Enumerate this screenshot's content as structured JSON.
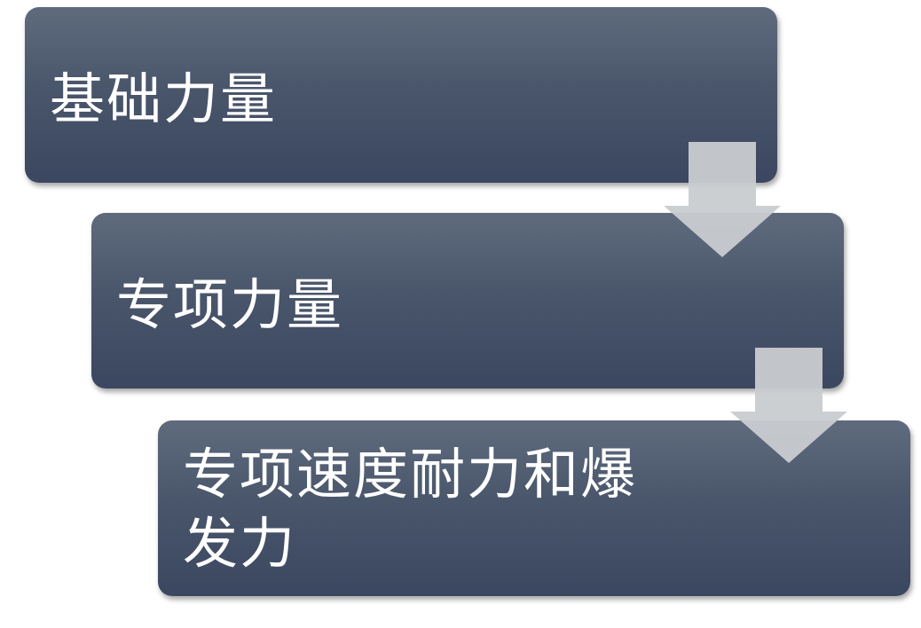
{
  "steps": [
    {
      "label": "基础力量"
    },
    {
      "label": "专项力量"
    },
    {
      "label": "专项速度耐力和爆发力"
    }
  ],
  "colors": {
    "box_top": "#5f6b7d",
    "box_bottom": "#3b4760",
    "arrow": "#c9ccd0",
    "text": "#ffffff"
  }
}
